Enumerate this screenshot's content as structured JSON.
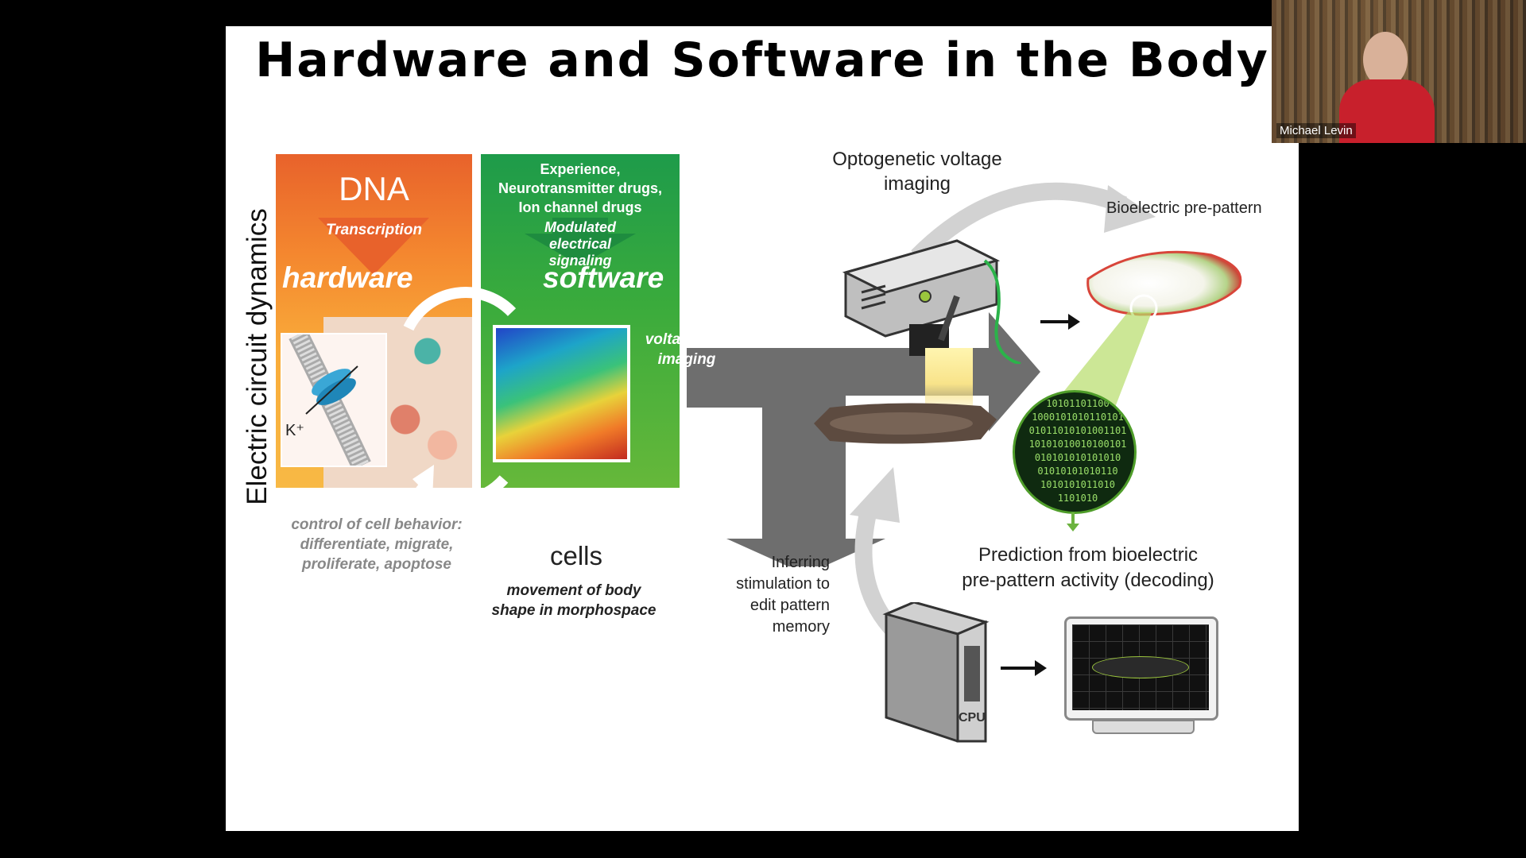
{
  "slide": {
    "title": "Hardware and Software in the Body",
    "axis_label": "Electric circuit dynamics",
    "hardware_panel": {
      "heading": "DNA",
      "arrow_label": "Transcription",
      "label": "hardware",
      "ion_label": "K⁺"
    },
    "software_panel": {
      "heading_lines": [
        "Experience,",
        "Neurotransmitter drugs,",
        "Ion channel drugs"
      ],
      "arrow_label_lines": [
        "Modulated",
        "electrical",
        "signaling"
      ],
      "label": "software"
    },
    "voltage_dye_lines": [
      "voltage dye",
      "imaging"
    ],
    "control_lines": [
      "control of cell behavior:",
      "differentiate, migrate,",
      "proliferate, apoptose"
    ],
    "cells_label": "cells",
    "movement_lines": [
      "movement of body",
      "shape in morphospace"
    ],
    "optogenetic_lines": [
      "Optogenetic voltage",
      "imaging"
    ],
    "bioelectric_label": "Bioelectric pre-pattern",
    "prediction_lines": [
      "Prediction from bioelectric",
      "pre-pattern activity (decoding)"
    ],
    "inferring_lines": [
      "Inferring",
      "stimulation to",
      "edit pattern",
      "memory"
    ],
    "cpu_label": "CPU",
    "binary_lines": [
      "10101101100",
      "1000101010110101",
      "01011010101001101",
      "10101010010100101",
      "010101010101010",
      "01010101010110",
      "1010101011010",
      "1101010"
    ]
  },
  "webcam": {
    "participant_name": "Michael Levin"
  },
  "colors": {
    "hardware_orange": "#f4872f",
    "software_green": "#3aab3c",
    "arrow_gray": "#6e6e6e"
  }
}
